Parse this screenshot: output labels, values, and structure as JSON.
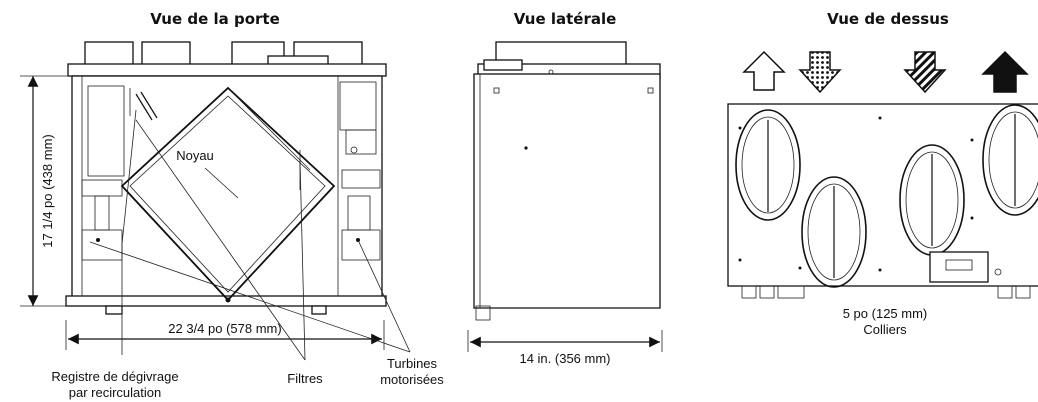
{
  "titles": {
    "door_view": "Vue de la porte",
    "side_view": "Vue latérale",
    "top_view": "Vue de dessus"
  },
  "dimensions": {
    "height": "17 1/4 po (438 mm)",
    "width": "22 3/4 po (578 mm)",
    "depth": "14 in. (356 mm)",
    "collar": "5 po (125 mm)"
  },
  "labels": {
    "core": "Noyau",
    "defrost_line1": "Registre de dégivrage",
    "defrost_line2": "par recirculation",
    "filters": "Filtres",
    "turbines_line1": "Turbines",
    "turbines_line2": "motorisées",
    "collars": "Colliers"
  }
}
